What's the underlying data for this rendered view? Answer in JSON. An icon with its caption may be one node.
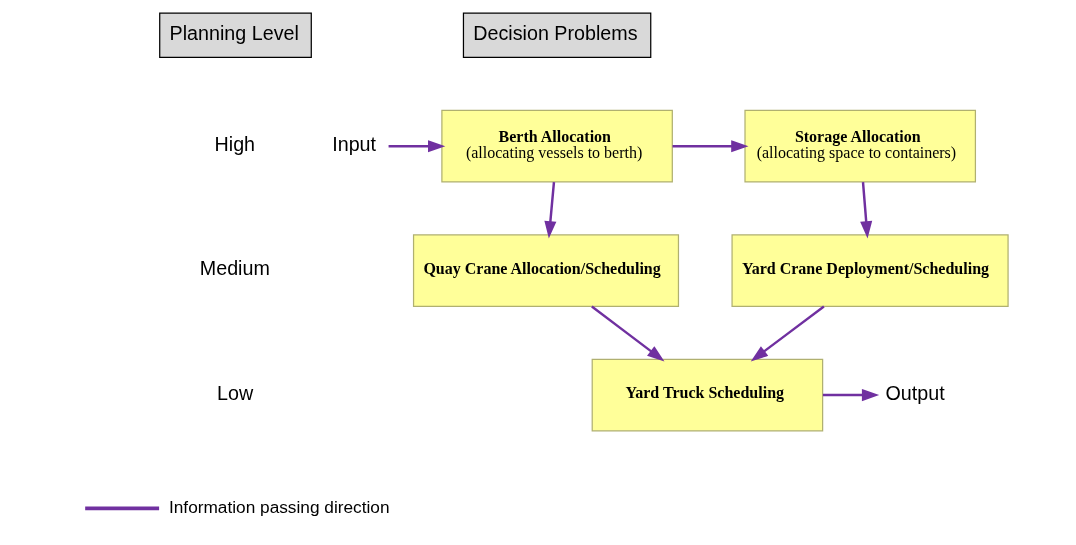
{
  "diagram": {
    "nodes": [
      {
        "text": [
          "Planning Level"
        ]
      },
      {
        "text": [
          "Decision Problems"
        ]
      },
      {
        "text": [
          "Input"
        ]
      },
      {
        "text": [
          "Berth Allocation",
          "(allocating vessels to berth)"
        ]
      },
      {
        "text": [
          "Storage Allocation",
          "(allocating space to containers)"
        ]
      },
      {
        "text": [
          "Quay Crane Allocation/Scheduling"
        ]
      },
      {
        "text": [
          "Yard Crane Deployment/Scheduling"
        ]
      },
      {
        "text": [
          "Yard Truck Scheduling"
        ]
      },
      {
        "text": [
          "Output"
        ]
      }
    ],
    "edges": [
      {
        "from": 2,
        "to": 3,
        "arrow": "to"
      },
      {
        "from": 3,
        "to": 4,
        "arrow": "to"
      },
      {
        "from": 3,
        "to": 5,
        "arrow": "to"
      },
      {
        "from": 4,
        "to": 6,
        "arrow": "to"
      },
      {
        "from": 5,
        "to": 7,
        "arrow": "to"
      },
      {
        "from": 6,
        "to": 7,
        "arrow": "to"
      },
      {
        "from": 7,
        "to": 8,
        "arrow": "to"
      }
    ],
    "labels": [
      "High",
      "Medium",
      "Low"
    ],
    "legend": [
      {
        "text": "Information passing direction"
      }
    ]
  }
}
